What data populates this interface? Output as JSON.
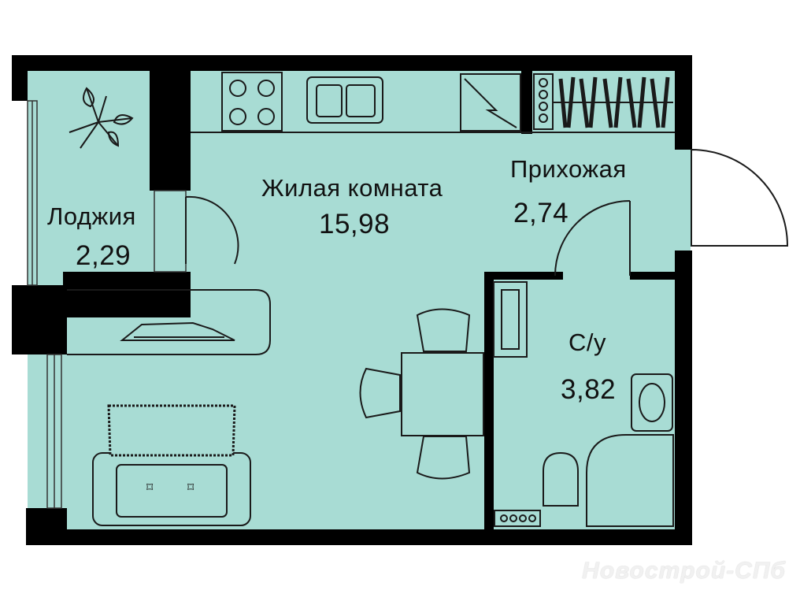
{
  "colors": {
    "fill": "#a8dcd4",
    "wall": "#000000",
    "line": "#1a1a1a"
  },
  "rooms": {
    "living": {
      "name": "Жилая  комната",
      "area": "15,98"
    },
    "hallway": {
      "name": "Прихожая",
      "area": "2,74"
    },
    "loggia": {
      "name": "Лоджия",
      "area": "2,29"
    },
    "bathroom": {
      "name": "С/у",
      "area": "3,82"
    }
  },
  "watermark": "Новострой-СПб"
}
